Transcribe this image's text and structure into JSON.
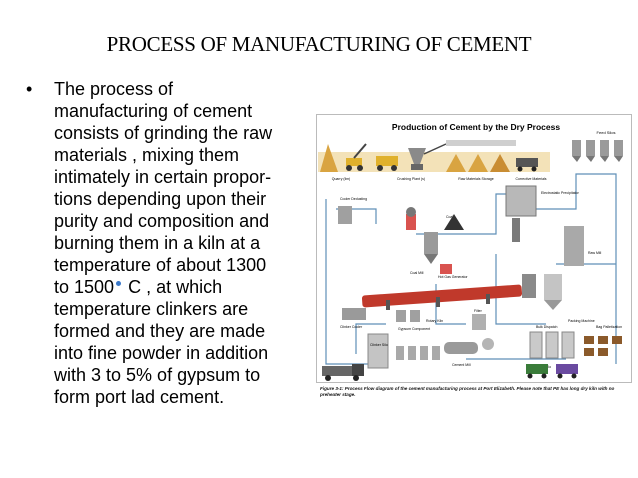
{
  "slide": {
    "title": "PROCESS OF MANUFACTURING OF CEMENT",
    "bullet_lines": [
      "The process of",
      "manufacturing of cement",
      "consists of grinding the raw",
      "materials , mixing them",
      "intimately in certain propor-",
      "tions depending  upon their",
      "purity and composition and",
      "burning them in a kiln at a",
      "temperature of about  1300",
      "to 1500",
      " C , at which",
      "temperature  clinkers  are",
      "formed and they are made",
      "into fine powder in addition",
      "with 3 to 5% of gypsum to",
      "form port lad cement."
    ]
  },
  "diagram": {
    "title": "Production of Cement by the Dry Process",
    "labels": {
      "quarry": "Quarry (lim)",
      "crushing": "Crushing Plant (s)",
      "raw_storage": "Raw Materials Storage",
      "corrective": "Corrective Materials",
      "feed_silos": "Feed Silos",
      "cooler": "Cooler Dedusting",
      "precipitator": "Electrostatic Precipitator",
      "coal": "Coal",
      "coal_mill": "Coal Mill",
      "hot_gas": "Hot Gas Generator",
      "raw_mill": "Raw Mill",
      "rotary_kiln": "Rotary Kiln",
      "clinker_cooler": "Clinker Cooler",
      "gypsum": "Gypsum Component",
      "filter": "Filter",
      "bulk": "Bulk Dispatch",
      "packing": "Packing Machine",
      "bag": "Bag Palletization",
      "clinker_silo": "Clinker Silo",
      "cement_silo": "Cement Silo",
      "cement_mill": "Cement Mill"
    },
    "caption": "Figure 3-1: Process Flow diagram of the cement manufacturing process at Port Elizabeth. Please note that PE has long dry kiln with no preheater stage."
  },
  "colors": {
    "kiln": "#c0392b",
    "flow_lines": "#5f8fb8",
    "ground": "#d9a441",
    "equipment": "#8a8a8a",
    "bullet_dot": "#3a78c9"
  }
}
